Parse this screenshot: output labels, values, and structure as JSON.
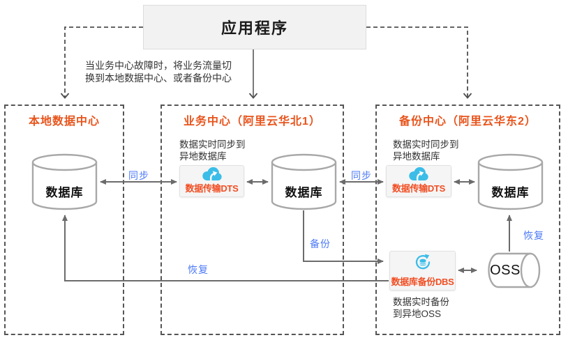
{
  "app": {
    "title": "应用程序"
  },
  "failover_note": {
    "line1": "当业务中心故障时，将业务流量切",
    "line2": "换到本地数据中心、或者备份中心"
  },
  "centers": {
    "local": {
      "title": "本地数据中心"
    },
    "business": {
      "title": "业务中心（阿里云华北1）"
    },
    "backup": {
      "title": "备份中心（阿里云华东2）"
    }
  },
  "nodes": {
    "database": "数据库",
    "dts": "数据传输DTS",
    "dbs": "数据库备份DBS",
    "oss": "OSS"
  },
  "annotations": {
    "sync_line1": "数据实时同步到",
    "sync_line2": "异地数据库",
    "backup_line1": "数据实时备份",
    "backup_line2": "到异地OSS"
  },
  "edges": {
    "sync": "同步",
    "backup": "备份",
    "restore": "恢复"
  },
  "icons": {
    "dts": "cloud-sync-icon",
    "dbs": "database-backup-icon",
    "database": "database-cylinder-icon",
    "oss": "oss-bucket-icon"
  },
  "colors": {
    "accent_orange": "#e8541c",
    "product_red": "#f14e23",
    "label_blue": "#4d7af7",
    "icon_blue": "#3bbde8",
    "line_gray": "#6b6b6b",
    "dashed_gray": "#4f4f4f",
    "box_fill": "#f2f2f2"
  }
}
